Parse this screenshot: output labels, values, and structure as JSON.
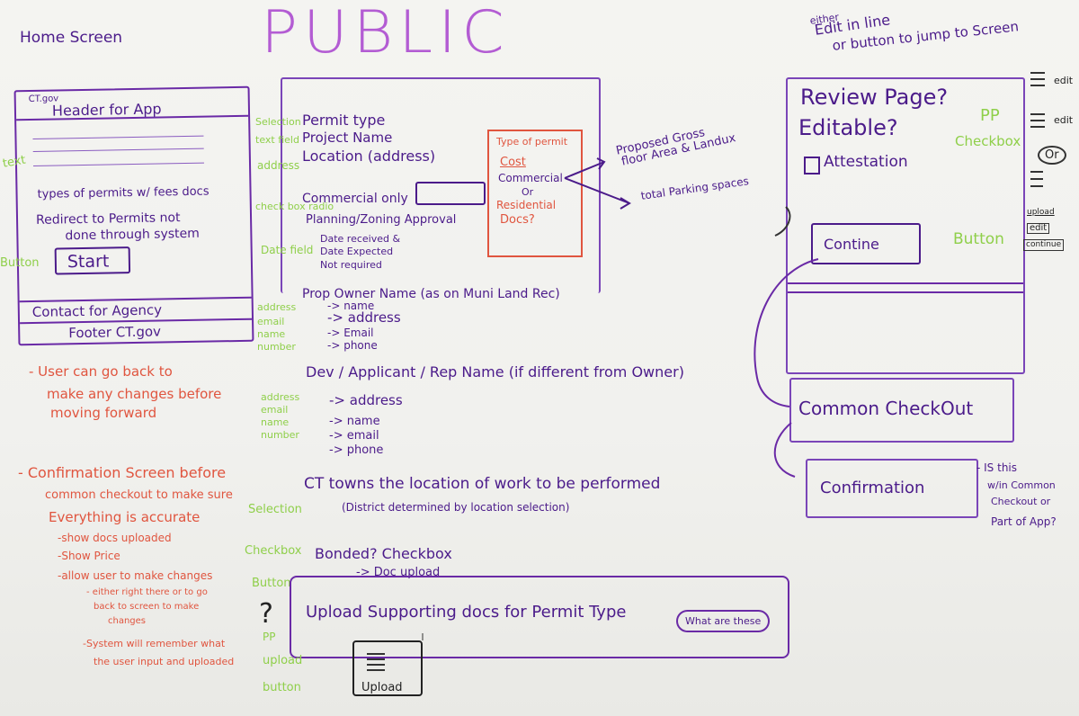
{
  "top_right": {
    "note_line1": "either",
    "note_line2": "Edit in line",
    "note_line3": "or button to jump to Screen"
  },
  "title": "PUBLIC",
  "home_label": "Home Screen",
  "home_wireframe": {
    "brand": "CT.gov",
    "header": "Header for App",
    "types_line1": "types of permits w/ fees docs",
    "redirect_line1": "Redirect to Permits not",
    "redirect_line2": "done through system",
    "start_button": "Start",
    "contact": "Contact for Agency",
    "footer": "Footer CT.gov"
  },
  "left_green_labels": {
    "text": "text",
    "button": "Button"
  },
  "notes_user_back": {
    "line1": "- User can go back to",
    "line2": "make any changes before",
    "line3": "moving forward"
  },
  "notes_confirmation": {
    "line1": "- Confirmation Screen before",
    "line2": "common checkout to make sure",
    "line3": "Everything is accurate",
    "line4": "-show docs uploaded",
    "line5": "-Show Price",
    "line6": "-allow user to make changes",
    "line7": "- either right there or to go",
    "line8": "back to screen to make",
    "line9": "changes",
    "line10": "-System will remember what",
    "line11": "the user input and uploaded"
  },
  "form": {
    "g_selection": "Selection",
    "g_textfield": "text field",
    "g_address": "address",
    "permit_type": "Permit type",
    "project_name": "Project Name",
    "location": "Location (address)",
    "g_checkbox_radio": "check box radio",
    "commercial_only": "Commercial only",
    "planning_zoning": "Planning/Zoning Approval",
    "date_received": "Date received &",
    "date_expected": "Date Expected",
    "not_required": "Not required",
    "g_date_field": "Date field",
    "type_of_permit": "Type of permit",
    "cost": "Cost",
    "commercial": "Commercial",
    "or": "Or",
    "residential": "Residential",
    "docs": "Docs?",
    "proposed_gross": "Proposed Gross",
    "floor_area": "floor Area & Landux",
    "total_parking": "total Parking spaces",
    "prop_owner": "Prop Owner Name (as on Muni Land Rec)",
    "g_address2": "address",
    "g_email": "email",
    "g_name": "name",
    "g_number": "number",
    "owner_name": "-> name",
    "owner_address": "-> address",
    "owner_email": "-> Email",
    "owner_phone": "-> phone",
    "applicant": "Dev / Applicant / Rep Name (if different from Owner)",
    "g_address3": "address",
    "g_email3": "email",
    "g_name3": "name",
    "g_number3": "number",
    "app_address": "-> address",
    "app_name": "-> name",
    "app_email": "-> email",
    "app_phone": "-> phone",
    "ct_towns": "CT towns the location of work to be performed",
    "district": "(District determined by location selection)",
    "g_selection2": "Selection",
    "g_checkbox": "Checkbox",
    "bonded": "Bonded? Checkbox",
    "doc_upload": "-> Doc upload",
    "g_button": "Button",
    "upload_supporting": "Upload Supporting docs for Permit Type",
    "what_are_these": "What are these",
    "question": "?",
    "g_pp": "PP",
    "g_upload": "upload",
    "g_button2": "button",
    "upload_label": "Upload"
  },
  "review": {
    "title_line1": "Review Page?",
    "title_line2": "Editable?",
    "attestation": "Attestation",
    "continue_button": "Contine",
    "g_pp": "PP",
    "g_checkbox": "Checkbox",
    "g_button": "Button",
    "side_edit1": "edit",
    "side_edit2": "edit",
    "side_or": "Or",
    "side_upload": "upload",
    "side_edit3": "edit",
    "side_continue": "continue"
  },
  "checkout": "Common CheckOut",
  "confirmation": "Confirmation",
  "confirmation_note": {
    "line1": "- IS this",
    "line2": "w/in Common",
    "line3": "Checkout or",
    "line4": "Part of App?"
  }
}
